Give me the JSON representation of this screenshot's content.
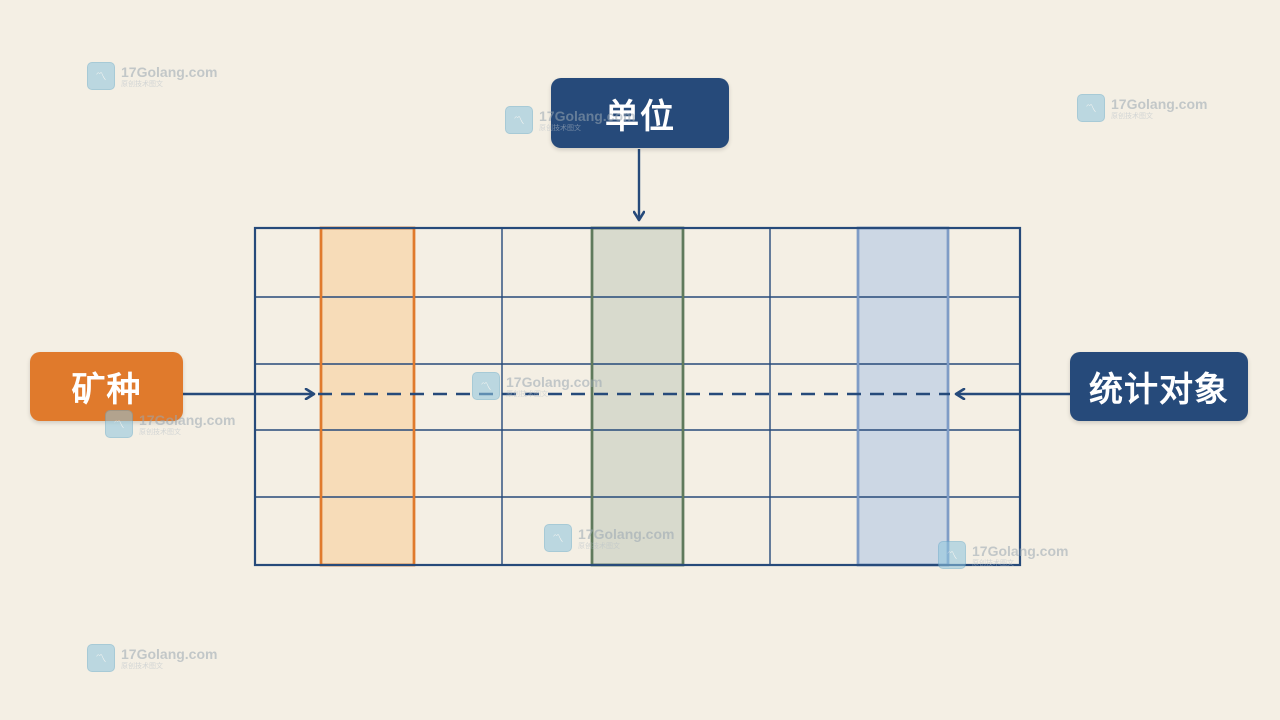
{
  "labels": {
    "unit": "单位",
    "mineral": "矿种",
    "stat_object": "统计对象"
  },
  "grid": {
    "rows": 5,
    "highlighted_columns": [
      {
        "name": "orange-column",
        "color": "#e07a2c",
        "fill": "#f7dcb8"
      },
      {
        "name": "green-column",
        "color": "#5f7a5c",
        "fill": "#d8dacd"
      },
      {
        "name": "blue-column",
        "color": "#7f9cc6",
        "fill": "#ccd7e4"
      }
    ],
    "line_color": "#264a7a"
  },
  "colors": {
    "background": "#f4efe4",
    "navy": "#264a7a",
    "orange": "#e07a2c"
  },
  "watermarks": [
    {
      "title": "17Golang.com",
      "subtitle": "原创技术图文"
    },
    {
      "title": "17Golang.com",
      "subtitle": "原创技术图文"
    },
    {
      "title": "17Golang.com",
      "subtitle": "原创技术图文"
    },
    {
      "title": "17Golang.com",
      "subtitle": "原创技术图文"
    },
    {
      "title": "17Golang.com",
      "subtitle": "原创技术图文"
    },
    {
      "title": "17Golang.com",
      "subtitle": "原创技术图文"
    },
    {
      "title": "17Golang.com",
      "subtitle": "原创技术图文"
    },
    {
      "title": "17Golang.com",
      "subtitle": "原创技术图文"
    }
  ]
}
